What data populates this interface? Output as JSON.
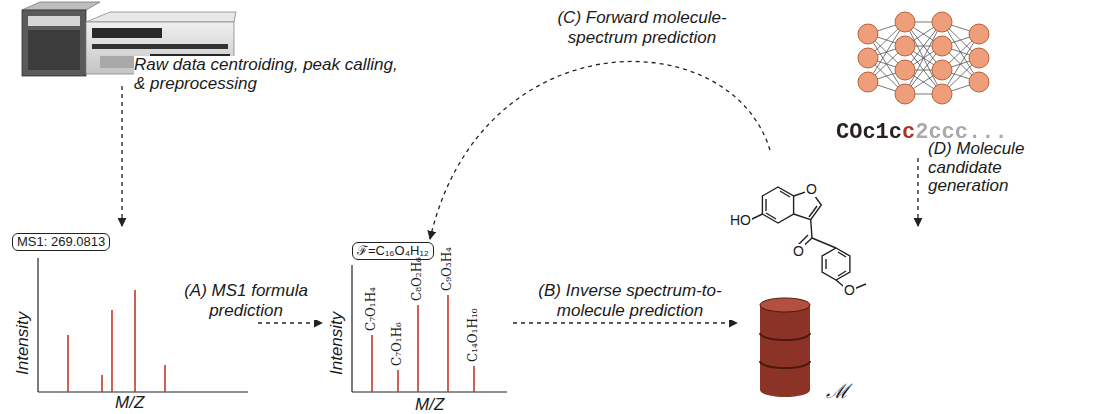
{
  "diagram": {
    "nodes": [
      {
        "text": [
          "MS1: 269.0813",
          "Intensity",
          "M/Z"
        ]
      },
      {
        "text": [
          "ℱ=C₁₆O₄H₁₂",
          "C₇O₁H₄",
          "C₇O₁H₆",
          "C₈O₂H₆",
          "C₉O₃H₄",
          "C₁₄O₁H₁₀",
          "Intensity",
          "M/Z"
        ]
      },
      {
        "text": [
          "ℳ"
        ]
      }
    ],
    "edges": [
      {
        "from": 0,
        "to": 1,
        "arrow": "to",
        "label": "(A) MS1 formula prediction"
      },
      {
        "from": 1,
        "to": 2,
        "arrow": "to",
        "label": "(B) Inverse spectrum-to-molecule prediction"
      },
      {
        "from": 2,
        "to": 1,
        "arrow": "to",
        "label": "(C) Forward molecule-spectrum prediction"
      }
    ],
    "labels": [
      "Raw data centroiding, peak calling, & preprocessing",
      "COc1cc2ccc...",
      "(D) Molecule candidate generation",
      "HO",
      "O",
      "O",
      "O"
    ]
  }
}
